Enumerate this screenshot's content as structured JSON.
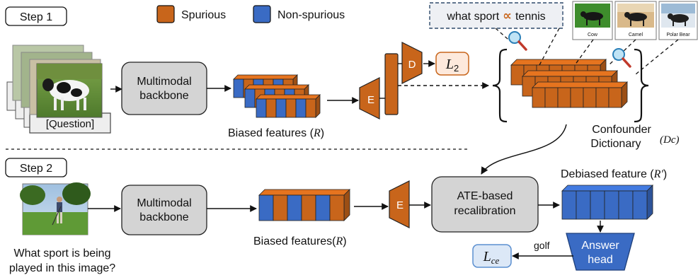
{
  "steps": {
    "step1": "Step 1",
    "step2": "Step 2"
  },
  "legend": {
    "spurious": "Spurious",
    "non_spurious": "Non-spurious"
  },
  "colors": {
    "spurious": "#c8651b",
    "non_spurious": "#3a6bc4",
    "module_fill": "#d4d4d4",
    "loss_fill": "#dce8f7",
    "loss_stroke": "#5b8fd0"
  },
  "step1": {
    "question": "[Question]",
    "backbone_line1": "Multimodal",
    "backbone_line2": "backbone",
    "biased_label": "Biased features (",
    "biased_sym": "R",
    "biased_close": ")",
    "encoder": "E",
    "decoder": "D",
    "loss_script": "L",
    "loss_sub": "2",
    "callout_left": "what sport",
    "callout_symbol": "∝",
    "callout_right": "tennis",
    "thumbs": [
      "Cow",
      "Camel",
      "Polar Bear"
    ],
    "dict_line1": "Confounder",
    "dict_line2": "Dictionary",
    "dict_sym": "(Dc)"
  },
  "step2": {
    "caption_line1": "What sport is being",
    "caption_line2": "played in this image?",
    "backbone_line1": "Multimodal",
    "backbone_line2": "backbone",
    "biased_label": "Biased features(",
    "biased_sym": "R",
    "biased_close": ")",
    "encoder": "E",
    "ate_line1": "ATE-based",
    "ate_line2": "recalibration",
    "debiased_label": "Debiased feature (",
    "debiased_sym": "R′",
    "debiased_close": ")",
    "answer_line1": "Answer",
    "answer_line2": "head",
    "output": "golf",
    "loss_script": "L",
    "loss_sub": "ce"
  }
}
